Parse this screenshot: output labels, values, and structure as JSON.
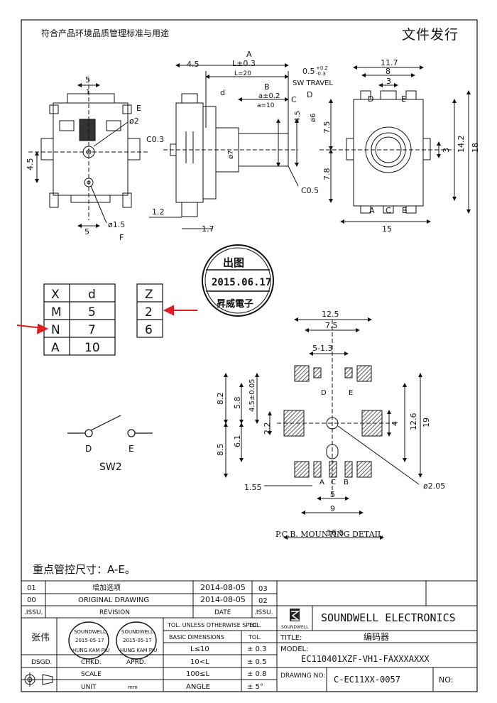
{
  "header": {
    "compliance_note": "符合产品环境品质管理标准与用途",
    "controlled_copy": "文件发行"
  },
  "dims_top": {
    "A": "A",
    "L": "L±0.3",
    "L20": "L=20",
    "d45": "4.5",
    "sw_val": "0.5",
    "sw_tol_plus": "+0.2",
    "sw_tol_minus": "-0.3",
    "sw_travel": "SW TRAVEL",
    "B": "B",
    "a_tol": "a±0.2",
    "a10": "a=10",
    "C": "C",
    "D": "D",
    "d": "d",
    "c03": "C0.3",
    "c05": "C0.5",
    "phi7": "ø7",
    "phi6": "ø6",
    "d45v": "4.5",
    "d12": "1.2",
    "d17": "1.7"
  },
  "dims_front": {
    "d5_top": "5",
    "d1": "1",
    "E": "E",
    "phi2": "ø2",
    "d45": "4.5",
    "d5_bot": "5",
    "phi15": "ø1.5",
    "F": "F"
  },
  "dims_side": {
    "d117": "11.7",
    "d8": "8",
    "d3": "3",
    "D": "D",
    "E": "E",
    "d75": "7.5",
    "d78": "7.8",
    "d3r": "3",
    "d142": "14.2",
    "d18": "18",
    "A": "A",
    "C": "C",
    "B": "B",
    "d15": "15"
  },
  "spec_table": {
    "header": [
      "X",
      "d"
    ],
    "rows": [
      [
        "M",
        "5"
      ],
      [
        "N",
        "7"
      ],
      [
        "A",
        "10"
      ]
    ]
  },
  "z_table": {
    "header": "Z",
    "rows": [
      "2",
      "6"
    ]
  },
  "stamp": {
    "top": "出图",
    "date": "2015.06.17",
    "bottom": "昇威電子"
  },
  "switch": {
    "D": "D",
    "E": "E",
    "label": "SW2"
  },
  "pcb": {
    "d125": "12.5",
    "d75": "7.5",
    "d513": "5-1.3",
    "D": "D",
    "E": "E",
    "d82": "8.2",
    "d58": "5.8",
    "d45": "4.5±0.05",
    "d22": "2.2",
    "d4": "4",
    "d126": "12.6",
    "d19": "19",
    "d85": "8.5",
    "d61": "6.1",
    "d155": "1.55",
    "A": "A",
    "C": "C",
    "B": "B",
    "d5": "5",
    "d9": "9",
    "d165": "16.5",
    "phi205": "ø2.05",
    "caption": "P.C.B. MOUNTING DETAIL"
  },
  "key_note": "重点管控尺寸：A-E。",
  "title_block": {
    "revisions": [
      {
        "no": "01",
        "desc": "增加选项",
        "date": "2014-08-05",
        "rev": "03"
      },
      {
        "no": "00",
        "desc": "ORIGINAL  DRAWING",
        "date": "2014-08-05",
        "rev": "02"
      }
    ],
    "col_issu": ".ISSU.",
    "col_revision": "REVISION",
    "col_date": "DATE",
    "col_issu2": ".ISSU.",
    "company": "SOUNDWELL ELECTRONICS",
    "logo_text": "SOUNDWELL",
    "title_label": "TITLE:",
    "title_value": "编码器",
    "model_label": "MODEL:",
    "model_value": "EC110401XZF-VH1-FAXXXAXXX",
    "drawing_label": "DRAWING NO:",
    "drawing_value": "C-EC11XX-0057",
    "no_label": "NO:",
    "designer": "张伟",
    "dsgd": "DSGD.",
    "chkd": "CHKD.",
    "aprd": "APRD.",
    "stamp_company": "SOUNDWELL",
    "stamp_date": "2015-05-17",
    "stamp_name": "HUNG KAM PIU",
    "tol_header": "TOL. UNLESS OTHERWISE SPEC.",
    "tol_col": "TOL.",
    "basic_dims": "BASIC DIMENSIONS",
    "tol_rows": [
      {
        "range": "L≤10",
        "tol": "± 0.3"
      },
      {
        "range": "10<L",
        "tol": "± 0.5"
      },
      {
        "range": "100≤L",
        "tol": "± 0.8"
      },
      {
        "range": "ANGLE",
        "tol": "± 5°"
      }
    ],
    "scale": "SCALE",
    "unit": "UNIT",
    "unit_value": "mm"
  }
}
